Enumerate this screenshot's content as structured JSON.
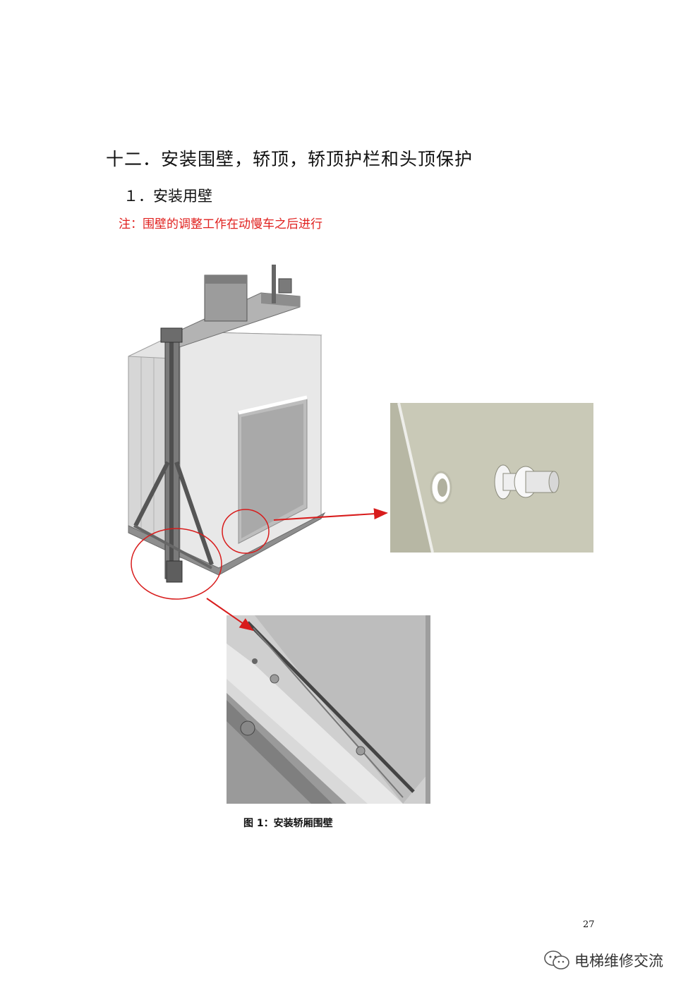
{
  "section_title": "十二．安装围壁，轿顶，轿顶护栏和头顶保护",
  "sub_title": "１．安装用壁",
  "note": "注：围壁的调整工作在动慢车之后进行",
  "figure_caption": "图 1：安装轿厢围壁",
  "page_number": "27",
  "watermark": {
    "text": "电梯维修交流",
    "icon": "wechat-icon"
  },
  "colors": {
    "note_red": "#e0211f",
    "annotation_red": "#d81c1c",
    "detail_bg": "#c9c9b7"
  }
}
